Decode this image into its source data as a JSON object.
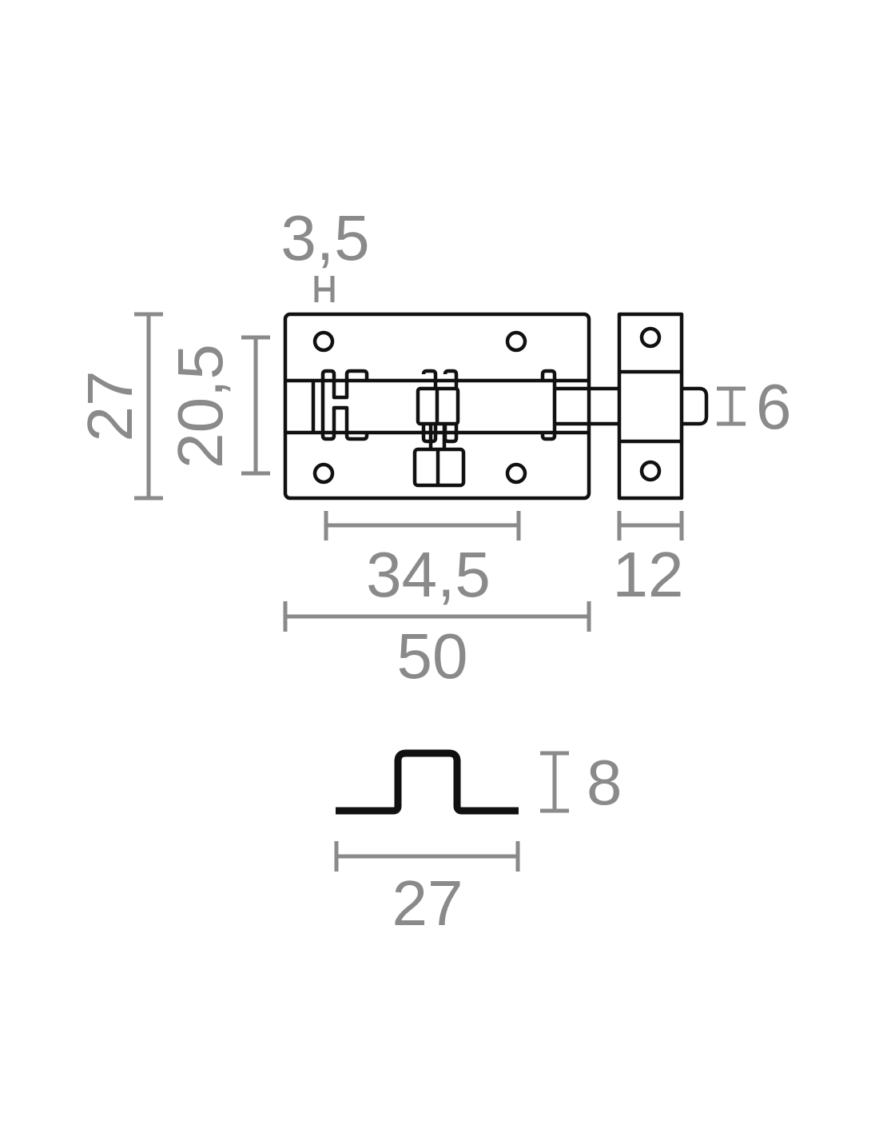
{
  "colors": {
    "outline": "#111111",
    "dimension": "#8a8a8a",
    "background": "#ffffff"
  },
  "dimensions": {
    "screw_offset": "3,5",
    "overall_height": "27",
    "bolt_guide_height": "20,5",
    "bolt_diameter": "6",
    "hole_spacing": "34,5",
    "plate_length": "50",
    "keeper_width": "12",
    "keeper_depth": "8",
    "keeper_length": "27"
  }
}
